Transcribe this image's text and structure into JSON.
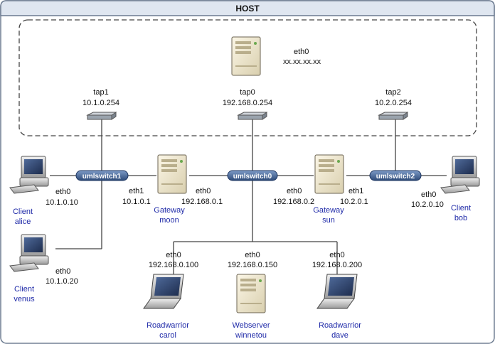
{
  "host": {
    "title": "HOST"
  },
  "server": {
    "iface": "eth0",
    "ip": "xx.xx.xx.xx"
  },
  "taps": [
    {
      "name": "tap1",
      "ip": "10.1.0.254"
    },
    {
      "name": "tap0",
      "ip": "192.168.0.254"
    },
    {
      "name": "tap2",
      "ip": "10.2.0.254"
    }
  ],
  "switches": [
    "umlswitch1",
    "umlswitch0",
    "umlswitch2"
  ],
  "clients": [
    {
      "iface": "eth0",
      "ip": "10.1.0.10",
      "label1": "Client",
      "label2": "alice"
    },
    {
      "iface": "eth0",
      "ip": "10.1.0.20",
      "label1": "Client",
      "label2": "venus"
    },
    {
      "iface": "eth0",
      "ip": "10.2.0.10",
      "label1": "Client",
      "label2": "bob"
    }
  ],
  "gateways": [
    {
      "label1": "Gateway",
      "label2": "moon",
      "left_iface": "eth1",
      "left_ip": "10.1.0.1",
      "right_iface": "eth0",
      "right_ip": "192.168.0.1"
    },
    {
      "label1": "Gateway",
      "label2": "sun",
      "left_iface": "eth0",
      "left_ip": "192.168.0.2",
      "right_iface": "eth1",
      "right_ip": "10.2.0.1"
    }
  ],
  "lan": [
    {
      "iface": "eth0",
      "ip": "192.168.0.100",
      "label1": "Roadwarrior",
      "label2": "carol"
    },
    {
      "iface": "eth0",
      "ip": "192.168.0.150",
      "label1": "Webserver",
      "label2": "winnetou"
    },
    {
      "iface": "eth0",
      "ip": "192.168.0.200",
      "label1": "Roadwarrior",
      "label2": "dave"
    }
  ],
  "colors": {
    "frame": "#6b7a8f",
    "header": "#dfe6f0",
    "switch": "#3a5a8a",
    "label": "#1f2aa8"
  }
}
